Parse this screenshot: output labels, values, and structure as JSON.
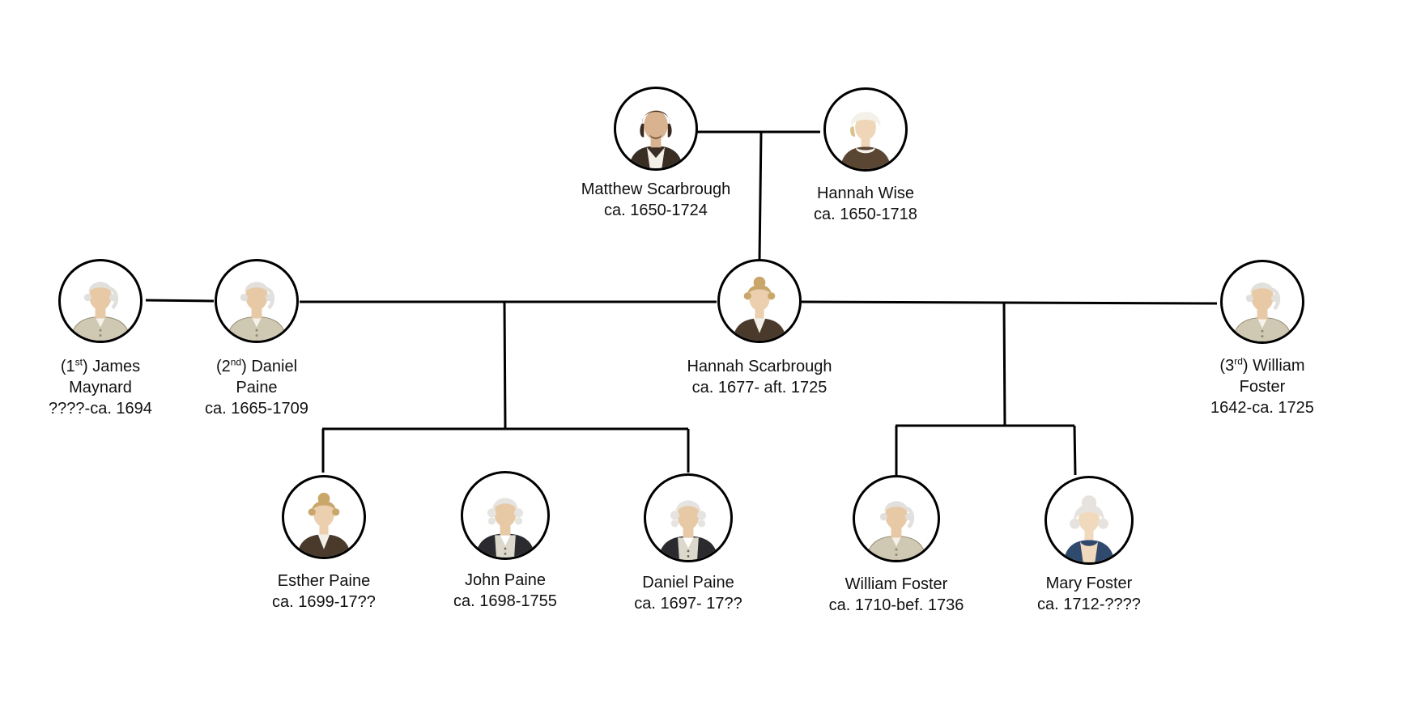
{
  "people": {
    "matthew": {
      "name": "Matthew Scarbrough",
      "dates": "ca. 1650-1724",
      "icon": "man-portrait-icon"
    },
    "hannah_wise": {
      "name": "Hannah Wise",
      "dates": "ca. 1650-1718",
      "icon": "woman-bonnet-portrait-icon"
    },
    "james": {
      "ord": "(1",
      "ord_sup": "st",
      "ord_close": ") James",
      "name_rest": "Maynard",
      "dates": "????-ca. 1694",
      "icon": "man-wig-portrait-icon"
    },
    "daniel_sr": {
      "ord": "(2",
      "ord_sup": "nd",
      "ord_close": ") Daniel",
      "name_rest": "Paine",
      "dates": "ca. 1665-1709",
      "icon": "man-wig-portrait-icon"
    },
    "hannah": {
      "name": "Hannah Scarbrough",
      "dates": "ca. 1677- aft. 1725",
      "icon": "woman-portrait-icon"
    },
    "william_sr": {
      "ord": "(3",
      "ord_sup": "rd",
      "ord_close": ") William",
      "name_rest": "Foster",
      "dates": "1642-ca. 1725",
      "icon": "man-wig-portrait-icon"
    },
    "esther": {
      "name": "Esther Paine",
      "dates": "ca. 1699-17??",
      "icon": "woman-portrait-icon"
    },
    "john": {
      "name": "John Paine",
      "dates": "ca. 1698-1755",
      "icon": "man-vest-portrait-icon"
    },
    "daniel_jr": {
      "name": "Daniel Paine",
      "dates": "ca. 1697- 17??",
      "icon": "man-vest-portrait-icon"
    },
    "william_jr": {
      "name": "William Foster",
      "dates": "ca. 1710-bef. 1736",
      "icon": "man-wig-portrait-icon"
    },
    "mary": {
      "name": "Mary Foster",
      "dates": "ca. 1712-????",
      "icon": "woman-blue-dress-portrait-icon"
    }
  },
  "colors": {
    "line": "#000000",
    "coat_cream": "#cfc8b2",
    "coat_dark": "#4a3a2b",
    "dress_blue": "#2f4a6d",
    "skin": "#e7c9a6",
    "wig_white": "#e2e0dc"
  }
}
